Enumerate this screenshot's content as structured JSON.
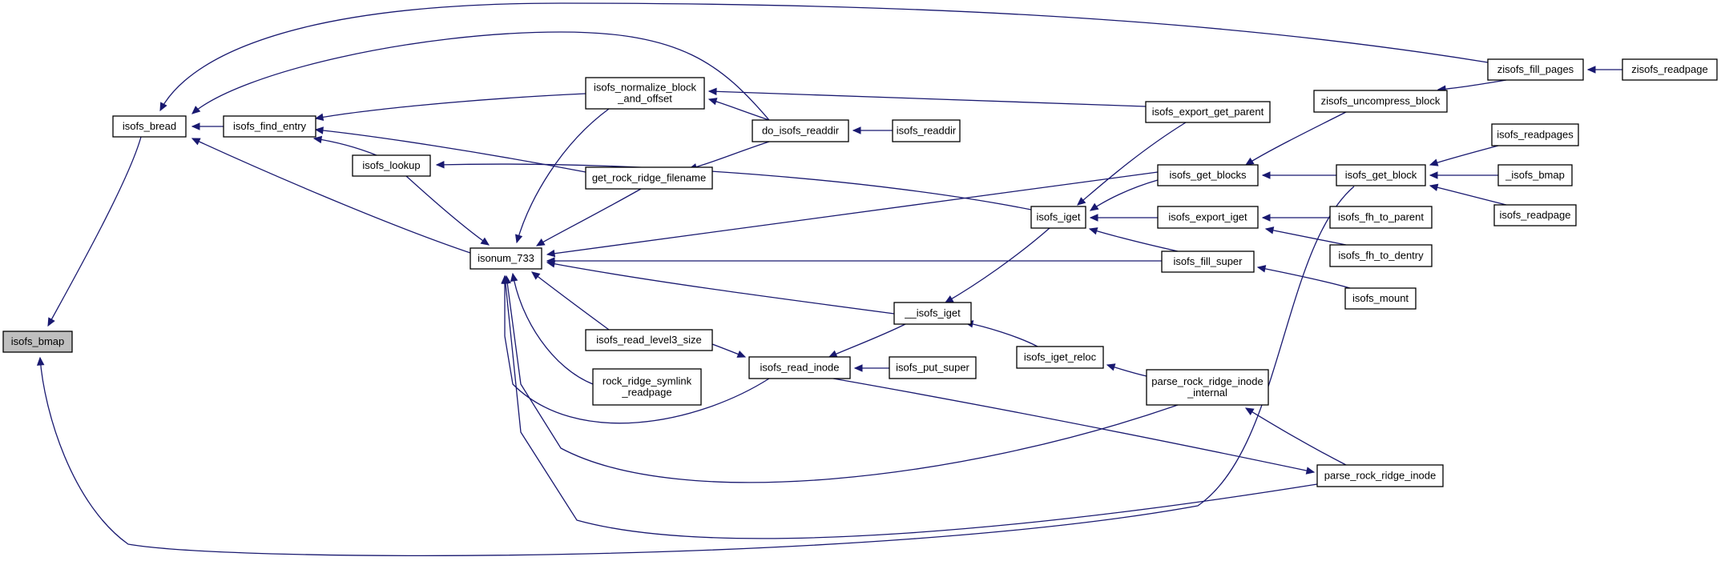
{
  "colors": {
    "edge": "#191970",
    "root_fill": "#bfbfbf",
    "node_fill": "#ffffff",
    "text": "#000000"
  },
  "nodes": [
    {
      "id": "isofs_bmap",
      "lines": [
        "isofs_bmap"
      ],
      "root": true
    },
    {
      "id": "isofs_bread",
      "lines": [
        "isofs_bread"
      ]
    },
    {
      "id": "isofs_find_entry",
      "lines": [
        "isofs_find_entry"
      ]
    },
    {
      "id": "isofs_lookup",
      "lines": [
        "isofs_lookup"
      ]
    },
    {
      "id": "isonum_733",
      "lines": [
        "isonum_733"
      ]
    },
    {
      "id": "isofs_normalize_block_and_offset",
      "lines": [
        "isofs_normalize_block",
        "_and_offset"
      ]
    },
    {
      "id": "get_rock_ridge_filename",
      "lines": [
        "get_rock_ridge_filename"
      ]
    },
    {
      "id": "isofs_read_level3_size",
      "lines": [
        "isofs_read_level3_size"
      ]
    },
    {
      "id": "rock_ridge_symlink_readpage",
      "lines": [
        "rock_ridge_symlink",
        "_readpage"
      ]
    },
    {
      "id": "do_isofs_readdir",
      "lines": [
        "do_isofs_readdir"
      ]
    },
    {
      "id": "isofs_readdir",
      "lines": [
        "isofs_readdir"
      ]
    },
    {
      "id": "__isofs_iget",
      "lines": [
        "__isofs_iget"
      ]
    },
    {
      "id": "isofs_read_inode",
      "lines": [
        "isofs_read_inode"
      ]
    },
    {
      "id": "isofs_put_super",
      "lines": [
        "isofs_put_super"
      ]
    },
    {
      "id": "isofs_iget",
      "lines": [
        "isofs_iget"
      ]
    },
    {
      "id": "isofs_iget_reloc",
      "lines": [
        "isofs_iget_reloc"
      ]
    },
    {
      "id": "isofs_export_get_parent",
      "lines": [
        "isofs_export_get_parent"
      ]
    },
    {
      "id": "isofs_get_blocks",
      "lines": [
        "isofs_get_blocks"
      ]
    },
    {
      "id": "isofs_export_iget",
      "lines": [
        "isofs_export_iget"
      ]
    },
    {
      "id": "isofs_fill_super",
      "lines": [
        "isofs_fill_super"
      ]
    },
    {
      "id": "parse_rock_ridge_inode_internal",
      "lines": [
        "parse_rock_ridge_inode",
        "_internal"
      ]
    },
    {
      "id": "parse_rock_ridge_inode",
      "lines": [
        "parse_rock_ridge_inode"
      ]
    },
    {
      "id": "zisofs_uncompress_block",
      "lines": [
        "zisofs_uncompress_block"
      ]
    },
    {
      "id": "isofs_get_block",
      "lines": [
        "isofs_get_block"
      ]
    },
    {
      "id": "isofs_fh_to_parent",
      "lines": [
        "isofs_fh_to_parent"
      ]
    },
    {
      "id": "isofs_fh_to_dentry",
      "lines": [
        "isofs_fh_to_dentry"
      ]
    },
    {
      "id": "isofs_mount",
      "lines": [
        "isofs_mount"
      ]
    },
    {
      "id": "zisofs_fill_pages",
      "lines": [
        "zisofs_fill_pages"
      ]
    },
    {
      "id": "zisofs_readpage",
      "lines": [
        "zisofs_readpage"
      ]
    },
    {
      "id": "isofs_readpages",
      "lines": [
        "isofs_readpages"
      ]
    },
    {
      "id": "_isofs_bmap",
      "lines": [
        "_isofs_bmap"
      ]
    },
    {
      "id": "isofs_readpage",
      "lines": [
        "isofs_readpage"
      ]
    }
  ],
  "edges": [
    {
      "from": "isofs_bread",
      "to": "isofs_bmap"
    },
    {
      "from": "isofs_get_block",
      "to": "isofs_bmap"
    },
    {
      "from": "isofs_find_entry",
      "to": "isofs_bread"
    },
    {
      "from": "isonum_733",
      "to": "isofs_bread"
    },
    {
      "from": "do_isofs_readdir",
      "to": "isofs_bread"
    },
    {
      "from": "zisofs_fill_pages",
      "to": "isofs_bread"
    },
    {
      "from": "isofs_lookup",
      "to": "isofs_find_entry"
    },
    {
      "from": "isofs_normalize_block_and_offset",
      "to": "isofs_find_entry"
    },
    {
      "from": "get_rock_ridge_filename",
      "to": "isofs_find_entry"
    },
    {
      "from": "isofs_lookup",
      "to": "isonum_733"
    },
    {
      "from": "isofs_iget",
      "to": "isofs_lookup"
    },
    {
      "from": "isofs_normalize_block_and_offset",
      "to": "isonum_733"
    },
    {
      "from": "get_rock_ridge_filename",
      "to": "isonum_733"
    },
    {
      "from": "isofs_read_level3_size",
      "to": "isonum_733"
    },
    {
      "from": "rock_ridge_symlink_readpage",
      "to": "isonum_733"
    },
    {
      "from": "__isofs_iget",
      "to": "isonum_733"
    },
    {
      "from": "isofs_read_inode",
      "to": "isonum_733"
    },
    {
      "from": "isofs_get_blocks",
      "to": "isonum_733"
    },
    {
      "from": "isofs_fill_super",
      "to": "isonum_733"
    },
    {
      "from": "parse_rock_ridge_inode_internal",
      "to": "isonum_733"
    },
    {
      "from": "parse_rock_ridge_inode",
      "to": "isonum_733"
    },
    {
      "from": "do_isofs_readdir",
      "to": "isofs_normalize_block_and_offset"
    },
    {
      "from": "isofs_export_get_parent",
      "to": "isofs_normalize_block_and_offset"
    },
    {
      "from": "do_isofs_readdir",
      "to": "get_rock_ridge_filename"
    },
    {
      "from": "isofs_readdir",
      "to": "do_isofs_readdir"
    },
    {
      "from": "isofs_read_level3_size",
      "to": "isofs_read_inode"
    },
    {
      "from": "__isofs_iget",
      "to": "isofs_read_inode"
    },
    {
      "from": "isofs_put_super",
      "to": "isofs_read_inode"
    },
    {
      "from": "isofs_iget",
      "to": "__isofs_iget"
    },
    {
      "from": "isofs_iget_reloc",
      "to": "__isofs_iget"
    },
    {
      "from": "parse_rock_ridge_inode_internal",
      "to": "isofs_iget_reloc"
    },
    {
      "from": "isofs_read_inode",
      "to": "parse_rock_ridge_inode"
    },
    {
      "from": "parse_rock_ridge_inode",
      "to": "parse_rock_ridge_inode_internal"
    },
    {
      "from": "isofs_export_get_parent",
      "to": "isofs_iget"
    },
    {
      "from": "isofs_get_blocks",
      "to": "isofs_iget"
    },
    {
      "from": "isofs_export_iget",
      "to": "isofs_iget"
    },
    {
      "from": "isofs_fill_super",
      "to": "isofs_iget"
    },
    {
      "from": "zisofs_uncompress_block",
      "to": "isofs_get_blocks"
    },
    {
      "from": "isofs_get_block",
      "to": "isofs_get_blocks"
    },
    {
      "from": "isofs_fh_to_parent",
      "to": "isofs_export_iget"
    },
    {
      "from": "isofs_fh_to_dentry",
      "to": "isofs_export_iget"
    },
    {
      "from": "isofs_mount",
      "to": "isofs_fill_super"
    },
    {
      "from": "zisofs_fill_pages",
      "to": "zisofs_uncompress_block"
    },
    {
      "from": "zisofs_readpage",
      "to": "zisofs_fill_pages"
    },
    {
      "from": "isofs_readpages",
      "to": "isofs_get_block"
    },
    {
      "from": "_isofs_bmap",
      "to": "isofs_get_block"
    },
    {
      "from": "isofs_readpage",
      "to": "isofs_get_block"
    }
  ]
}
